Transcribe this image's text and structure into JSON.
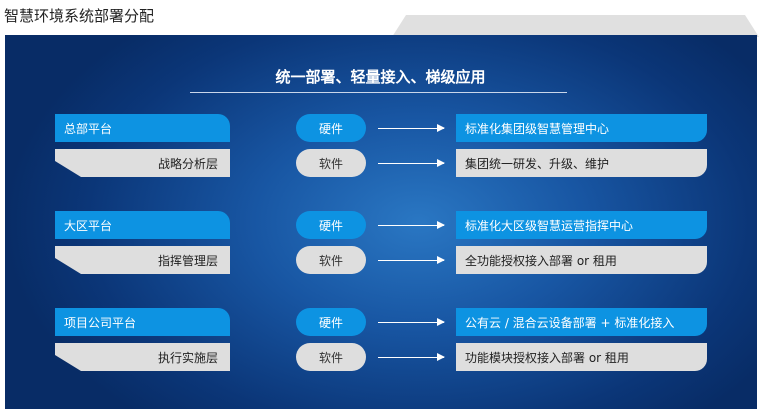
{
  "page": {
    "title": "智慧环境系统部署分配"
  },
  "headline": "统一部署、轻量接入、梯级应用",
  "rows": [
    {
      "platform": "总部平台",
      "layer": "战略分析层",
      "hardware_label": "硬件",
      "software_label": "软件",
      "hardware_target": "标准化集团级智慧管理中心",
      "software_target": "集团统一研发、升级、维护"
    },
    {
      "platform": "大区平台",
      "layer": "指挥管理层",
      "hardware_label": "硬件",
      "software_label": "软件",
      "hardware_target": "标准化大区级智慧运营指挥中心",
      "software_target": "全功能授权接入部署 or 租用"
    },
    {
      "platform": "项目公司平台",
      "layer": "执行实施层",
      "hardware_label": "硬件",
      "software_label": "软件",
      "hardware_target": "公有云 / 混合云设备部署 + 标准化接入",
      "software_target": "功能模块授权接入部署 or 租用"
    }
  ],
  "colors": {
    "accent_blue": "#0d93e2",
    "panel_dark": "#0b3678",
    "light_grey": "#dedede"
  }
}
